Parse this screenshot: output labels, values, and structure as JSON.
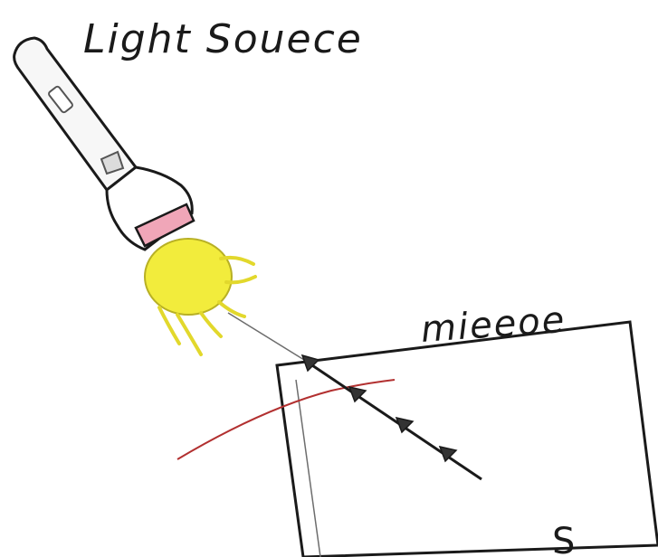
{
  "labels": {
    "light_source": "Light Souece",
    "mirror": "mieeoe",
    "partial_bottom_right": "S"
  },
  "colors": {
    "ink": "#1a1a1a",
    "torch_glow": "#f2ec3c",
    "torch_band": "#f0a6b8",
    "reflection_line": "#b23030",
    "torch_body": "#f7f7f7"
  }
}
